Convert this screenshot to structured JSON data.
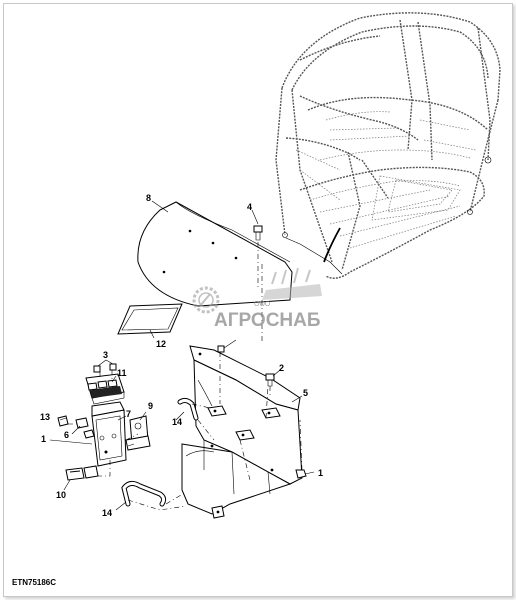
{
  "diagram": {
    "code": "ETN75186C",
    "watermark": {
      "prefix": "ООО",
      "name": "АГРОСНАБ"
    },
    "callouts": [
      {
        "id": "c8",
        "label": "8"
      },
      {
        "id": "c4",
        "label": "4"
      },
      {
        "id": "c12",
        "label": "12"
      },
      {
        "id": "c3",
        "label": "3"
      },
      {
        "id": "c11",
        "label": "11"
      },
      {
        "id": "c2",
        "label": "2"
      },
      {
        "id": "c5",
        "label": "5"
      },
      {
        "id": "c7",
        "label": "7"
      },
      {
        "id": "c9",
        "label": "9"
      },
      {
        "id": "c13",
        "label": "13"
      },
      {
        "id": "c6",
        "label": "6"
      },
      {
        "id": "c1a",
        "label": "1"
      },
      {
        "id": "c14a",
        "label": "14"
      },
      {
        "id": "c1b",
        "label": "1"
      },
      {
        "id": "c10",
        "label": "10"
      },
      {
        "id": "c14b",
        "label": "14"
      }
    ]
  }
}
